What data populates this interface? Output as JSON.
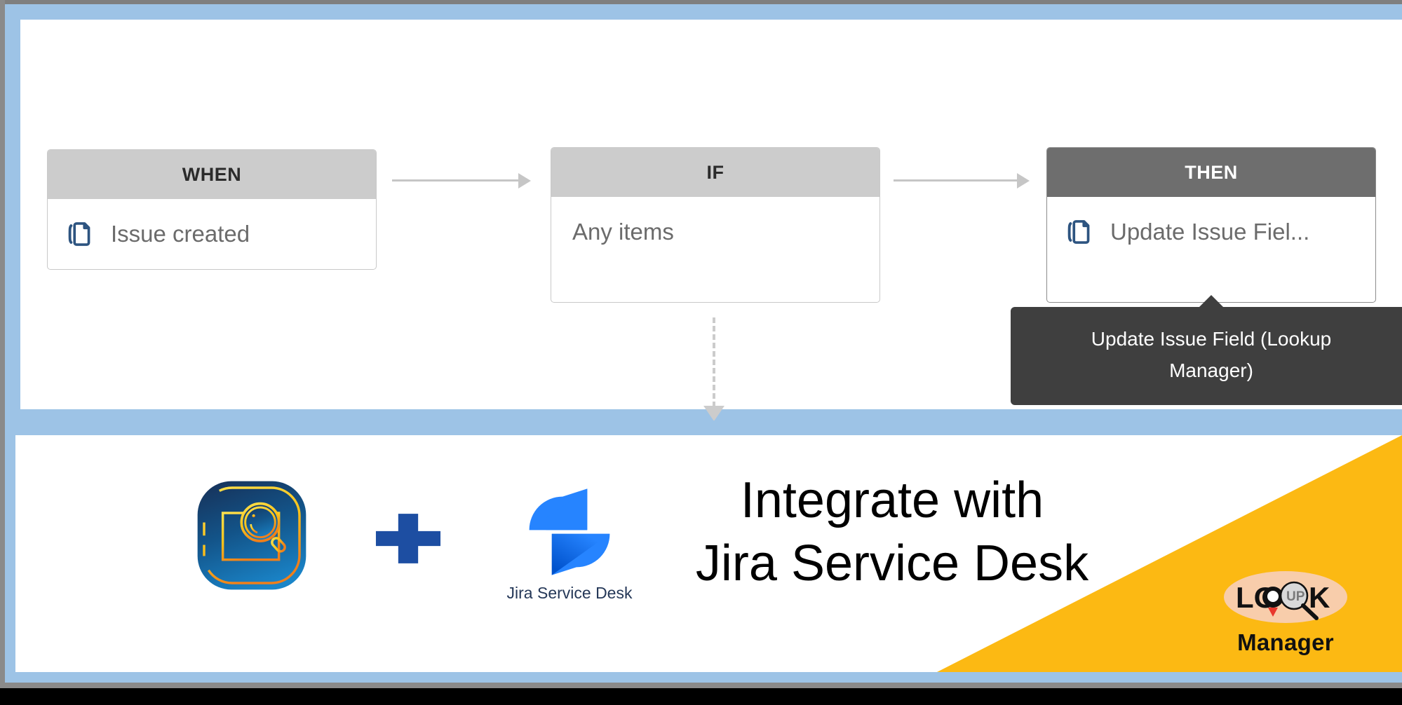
{
  "window": {
    "frame_color": "#9dc3e6",
    "bg_color": "#ffffff"
  },
  "rule_builder": {
    "cards": [
      {
        "header": "WHEN",
        "header_style": "light",
        "icon": "document-copy-icon",
        "label": "Issue created"
      },
      {
        "header": "IF",
        "header_style": "light",
        "icon": "none",
        "label": "Any items"
      },
      {
        "header": "THEN",
        "header_style": "dark",
        "icon": "document-copy-icon",
        "label": "Update Issue Fiel..."
      }
    ],
    "tooltip": {
      "line1": "Update Issue Field (Lookup",
      "line2": "Manager)"
    },
    "connector_color": "#c6c6c6",
    "header_light_color": "#cccccc",
    "header_dark_color": "#6e6e6e",
    "icon_color": "#2d5480"
  },
  "branding": {
    "app_icon_name": "lookup-manager-app-icon",
    "plus_label": "plus-icon",
    "jira_logo_name": "jira-logo",
    "jira_caption": "Jira Service Desk",
    "headline_line1": "Integrate with",
    "headline_line2": "Jira Service Desk",
    "corner_color": "#fcb913",
    "logo": {
      "text_left": "LO",
      "text_mid": "UP",
      "text_right": "K",
      "product_name": "Manager",
      "ellipse_color": "#f8cdab"
    }
  }
}
